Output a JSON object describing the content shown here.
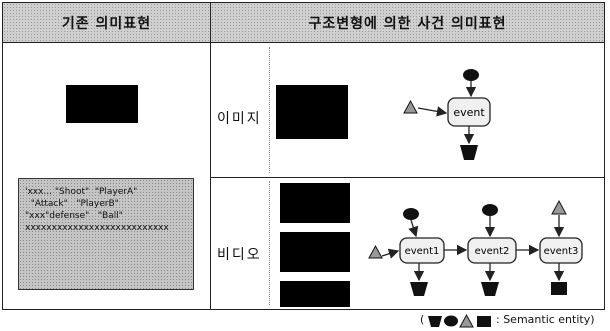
{
  "headers": {
    "left": "기존 의미표현",
    "right": "구조변형에 의한 사건 의미표현"
  },
  "left_panel": {
    "text_lines": [
      "'xxx... \"Shoot\"  \"PlayerA\"",
      "  \"Attack\"   \"PlayerB\"",
      "\"xxx\"defense\"   \"Ball\"",
      "xxxxxxxxxxxxxxxxxxxxxxxxxxx"
    ]
  },
  "rows": {
    "image": {
      "label": "이미지",
      "event": "event"
    },
    "video": {
      "label": "비디오",
      "events": [
        "event1",
        "event2",
        "event3"
      ]
    }
  },
  "legend": {
    "open": "(",
    "text": ": Semantic entity)"
  },
  "colors": {
    "line": "#222222",
    "shape_black": "#000000",
    "triangle_gray": "#888888",
    "event_box": "#f0f0f0"
  }
}
